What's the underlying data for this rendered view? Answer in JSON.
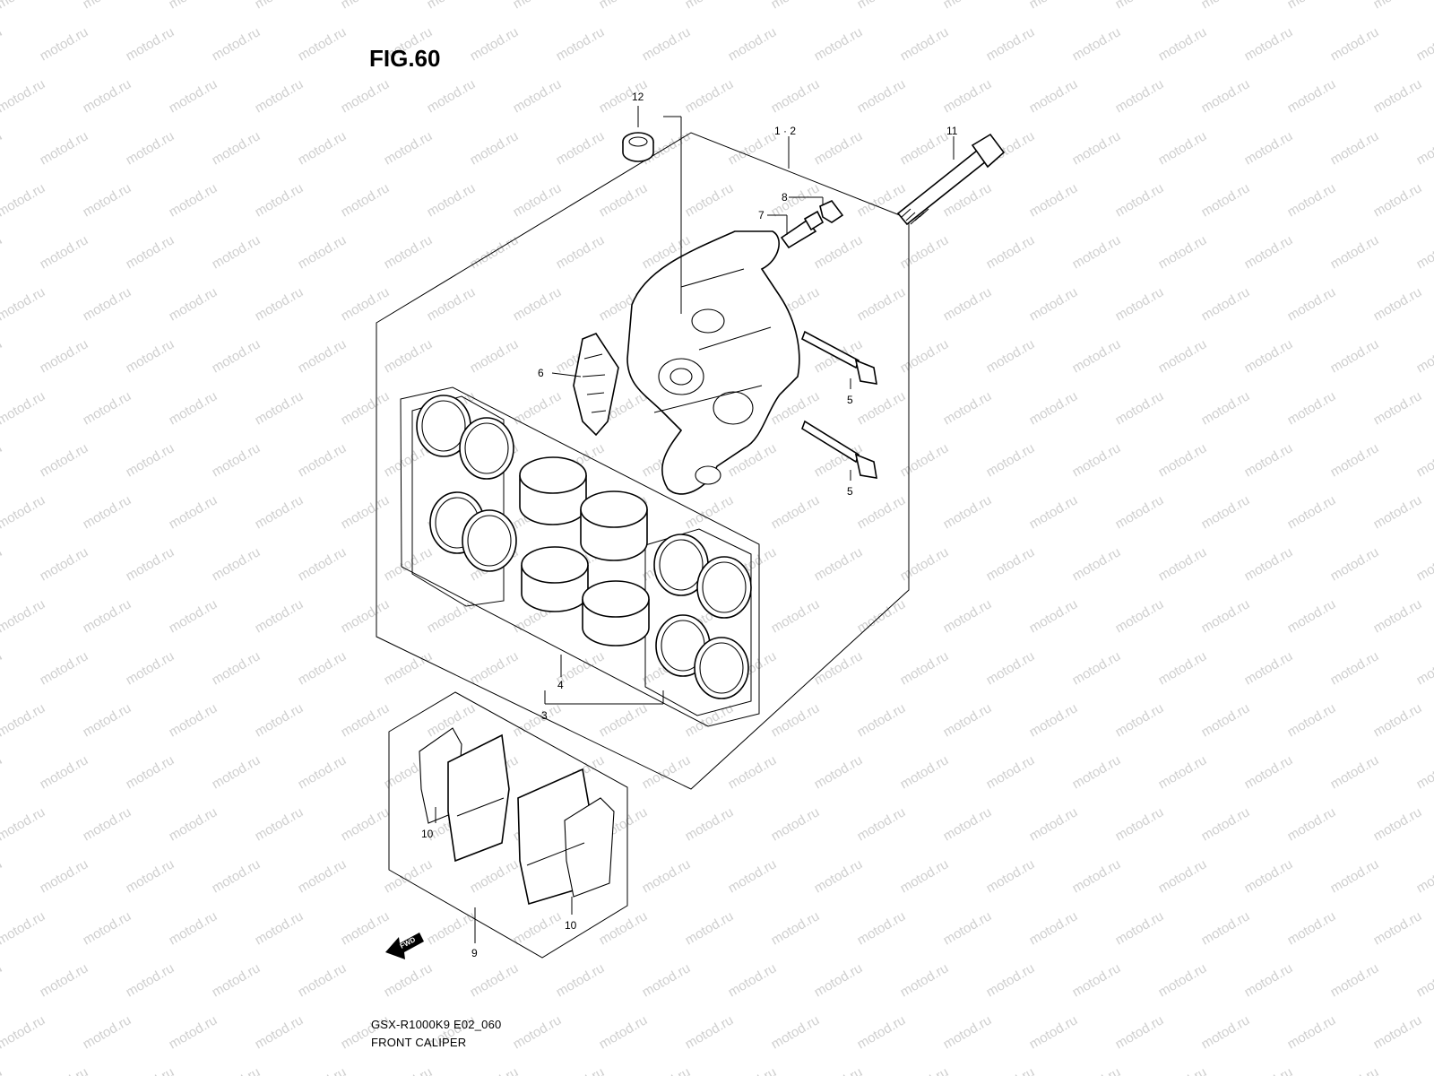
{
  "figure": {
    "title": "FIG.60"
  },
  "footer": {
    "model_code": "GSX-R1000K9 E02_060",
    "assembly_name": "FRONT CALIPER"
  },
  "watermark": {
    "text": "motod.ru"
  },
  "fwd_arrow": {
    "label": "FWD"
  },
  "callouts": [
    {
      "id": "c12",
      "label": "12"
    },
    {
      "id": "c1-2",
      "label": "1 · 2"
    },
    {
      "id": "c11",
      "label": "11"
    },
    {
      "id": "c8",
      "label": "8"
    },
    {
      "id": "c7",
      "label": "7"
    },
    {
      "id": "c6",
      "label": "6"
    },
    {
      "id": "c5a",
      "label": "5"
    },
    {
      "id": "c5b",
      "label": "5"
    },
    {
      "id": "c4",
      "label": "4"
    },
    {
      "id": "c3",
      "label": "3"
    },
    {
      "id": "c10a",
      "label": "10"
    },
    {
      "id": "c10b",
      "label": "10"
    },
    {
      "id": "c9",
      "label": "9"
    }
  ]
}
